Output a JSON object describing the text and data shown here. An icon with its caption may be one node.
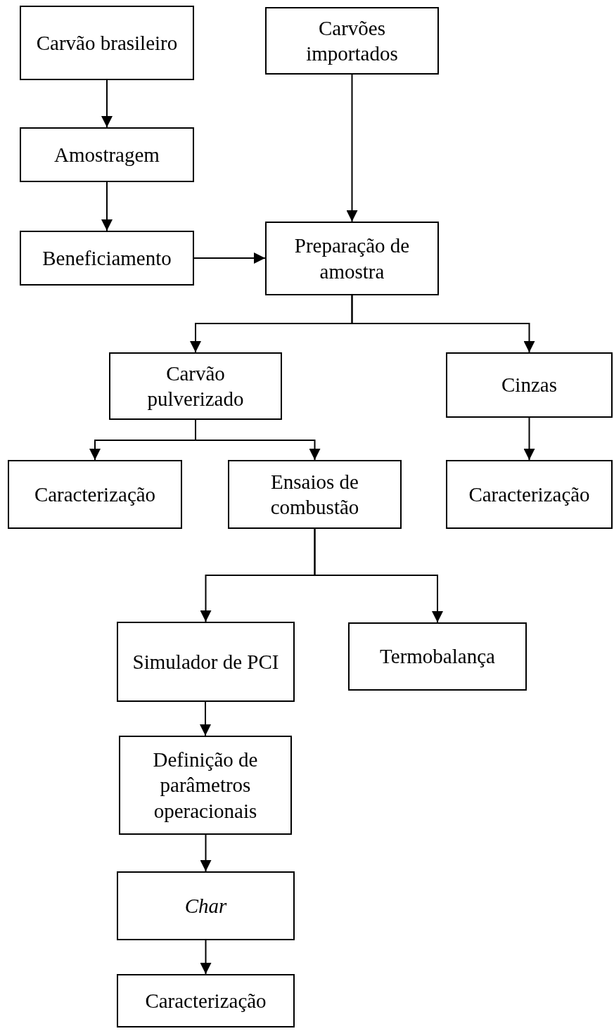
{
  "diagram": {
    "nodes": [
      {
        "text": [
          "Carvão brasileiro"
        ]
      },
      {
        "text": [
          "Carvões importados"
        ]
      },
      {
        "text": [
          "Amostragem"
        ]
      },
      {
        "text": [
          "Beneficiamento"
        ]
      },
      {
        "text": [
          "Preparação de amostra"
        ]
      },
      {
        "text": [
          "Carvão pulverizado"
        ]
      },
      {
        "text": [
          "Cinzas"
        ]
      },
      {
        "text": [
          "Caracterização"
        ]
      },
      {
        "text": [
          "Ensaios de combustão"
        ]
      },
      {
        "text": [
          "Caracterização"
        ]
      },
      {
        "text": [
          "Simulador de PCI"
        ]
      },
      {
        "text": [
          "Termobalança"
        ]
      },
      {
        "text": [
          "Definição de parâmetros operacionais"
        ]
      },
      {
        "text": [
          "Char"
        ]
      },
      {
        "text": [
          "Caracterização"
        ]
      }
    ],
    "edges": [
      {
        "from": 0,
        "to": 2,
        "arrow": "to"
      },
      {
        "from": 2,
        "to": 3,
        "arrow": "to"
      },
      {
        "from": 1,
        "to": 4,
        "arrow": "to"
      },
      {
        "from": 3,
        "to": 4,
        "arrow": "to"
      },
      {
        "from": 4,
        "to": 5,
        "arrow": "to"
      },
      {
        "from": 4,
        "to": 6,
        "arrow": "to"
      },
      {
        "from": 5,
        "to": 7,
        "arrow": "to"
      },
      {
        "from": 5,
        "to": 8,
        "arrow": "to"
      },
      {
        "from": 6,
        "to": 9,
        "arrow": "to"
      },
      {
        "from": 8,
        "to": 10,
        "arrow": "to"
      },
      {
        "from": 8,
        "to": 11,
        "arrow": "to"
      },
      {
        "from": 10,
        "to": 12,
        "arrow": "to"
      },
      {
        "from": 12,
        "to": 13,
        "arrow": "to"
      },
      {
        "from": 13,
        "to": 14,
        "arrow": "to"
      }
    ]
  }
}
